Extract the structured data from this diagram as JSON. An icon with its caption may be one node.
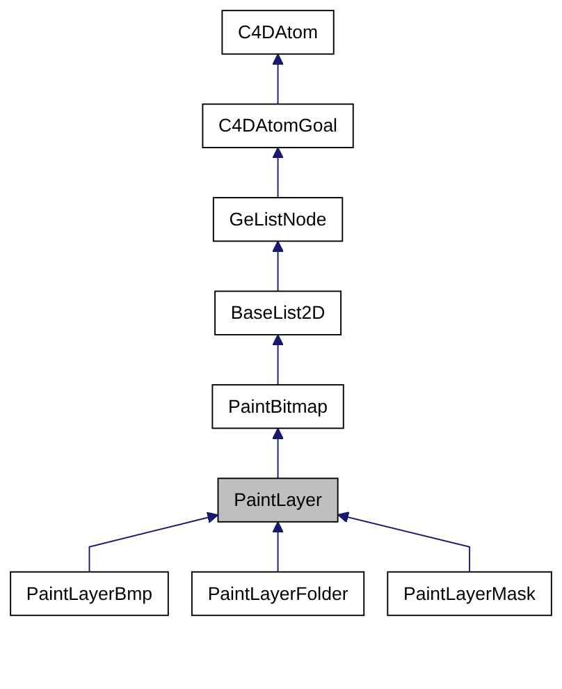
{
  "diagram": {
    "nodes": [
      {
        "text": [
          "C4DAtom"
        ]
      },
      {
        "text": [
          "C4DAtomGoal"
        ]
      },
      {
        "text": [
          "GeListNode"
        ]
      },
      {
        "text": [
          "BaseList2D"
        ]
      },
      {
        "text": [
          "PaintBitmap"
        ]
      },
      {
        "text": [
          "PaintLayer"
        ]
      },
      {
        "text": [
          "PaintLayerBmp"
        ]
      },
      {
        "text": [
          "PaintLayerFolder"
        ]
      },
      {
        "text": [
          "PaintLayerMask"
        ]
      }
    ],
    "edges": [
      {
        "from": 1,
        "to": 0,
        "arrow": "to"
      },
      {
        "from": 2,
        "to": 1,
        "arrow": "to"
      },
      {
        "from": 3,
        "to": 2,
        "arrow": "to"
      },
      {
        "from": 4,
        "to": 3,
        "arrow": "to"
      },
      {
        "from": 5,
        "to": 4,
        "arrow": "to"
      },
      {
        "from": 6,
        "to": 5,
        "arrow": "to"
      },
      {
        "from": 7,
        "to": 5,
        "arrow": "to"
      },
      {
        "from": 8,
        "to": 5,
        "arrow": "to"
      }
    ]
  }
}
